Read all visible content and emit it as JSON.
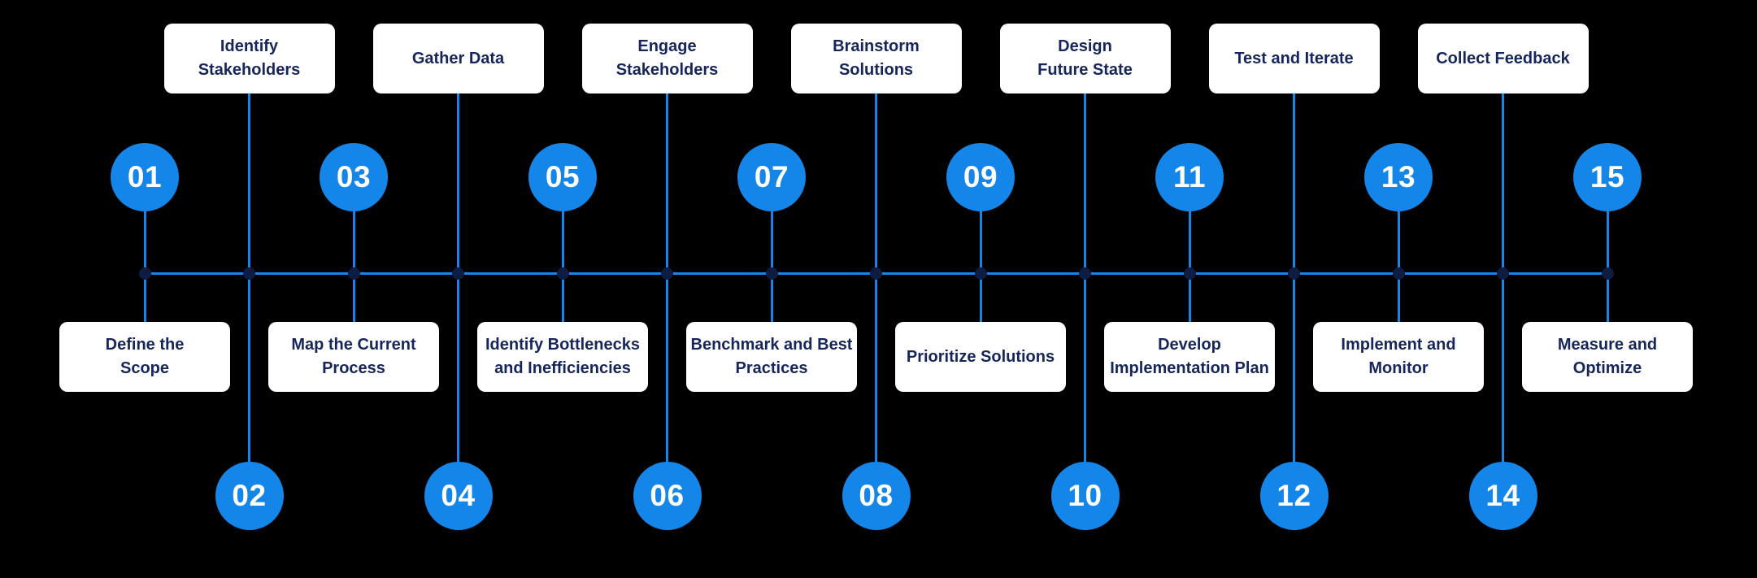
{
  "diagram": {
    "type": "process-timeline",
    "orientation": "horizontal",
    "step_count": 15,
    "colors": {
      "background": "#000000",
      "timeline_line": "#1285F0",
      "junction_dot": "#0E1C42",
      "circle_fill": "#1486EA",
      "circle_text": "#FFFFFF",
      "box_fill": "#FFFFFF",
      "box_text": "#16265B"
    },
    "steps": [
      {
        "number": "01",
        "label": "Define the\nScope",
        "circle_position": "above"
      },
      {
        "number": "02",
        "label": "Identify\nStakeholders",
        "circle_position": "below"
      },
      {
        "number": "03",
        "label": "Map the Current\nProcess",
        "circle_position": "above"
      },
      {
        "number": "04",
        "label": "Gather Data",
        "circle_position": "below"
      },
      {
        "number": "05",
        "label": "Identify Bottlenecks\nand Inefficiencies",
        "circle_position": "above"
      },
      {
        "number": "06",
        "label": "Engage\nStakeholders",
        "circle_position": "below"
      },
      {
        "number": "07",
        "label": "Benchmark and Best\nPractices",
        "circle_position": "above"
      },
      {
        "number": "08",
        "label": "Brainstorm\nSolutions",
        "circle_position": "below"
      },
      {
        "number": "09",
        "label": "Prioritize Solutions",
        "circle_position": "above"
      },
      {
        "number": "10",
        "label": "Design\nFuture State",
        "circle_position": "below"
      },
      {
        "number": "11",
        "label": "Develop\nImplementation Plan",
        "circle_position": "above"
      },
      {
        "number": "12",
        "label": "Test and Iterate",
        "circle_position": "below"
      },
      {
        "number": "13",
        "label": "Implement and\nMonitor",
        "circle_position": "above"
      },
      {
        "number": "14",
        "label": "Collect Feedback",
        "circle_position": "below"
      },
      {
        "number": "15",
        "label": "Measure and\nOptimize",
        "circle_position": "above"
      }
    ]
  }
}
